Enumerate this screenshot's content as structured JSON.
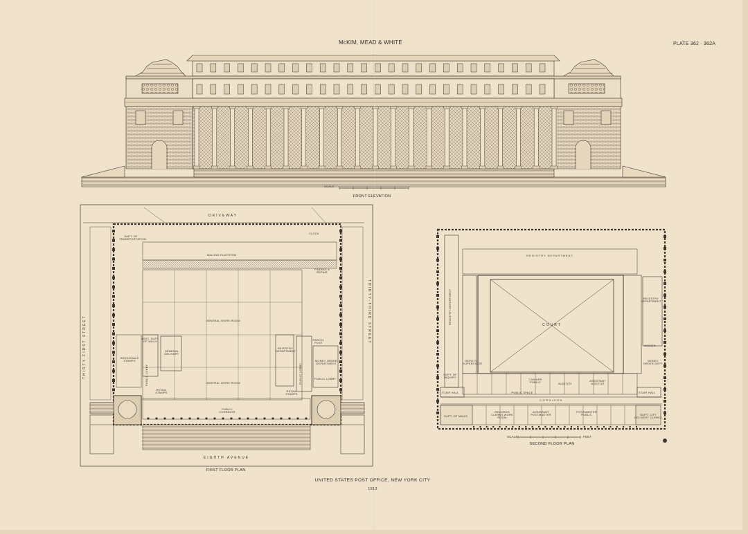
{
  "sheet": {
    "firm": "McKIM, MEAD & WHITE",
    "plate": "PLATE 362 · 362A",
    "title": "UNITED STATES POST OFFICE, NEW YORK CITY",
    "year": "1913"
  },
  "elevation": {
    "caption": "FRONT ELEVATION",
    "scale": "SCALE"
  },
  "first_floor": {
    "caption": "FIRST FLOOR PLAN",
    "streets": {
      "top": "DRIVEWAY",
      "bottom": "EIGHTH AVENUE",
      "left": "THIRTY-FIRST STREET",
      "right": "THIRTY-THIRD STREET"
    },
    "rooms": {
      "transport": "SUPT. OF TRANSPORTATION",
      "platform": "MAILING PLATFORM",
      "work1": "GENERAL WORK ROOM",
      "work2": "GENERAL WORK ROOM",
      "wholesale": "WHOLESALE STAMPS",
      "asst": "ASST. SUPT. OF MAILS",
      "lobby_l": "PUBLIC LOBBY",
      "delivery": "GENERAL DELIVERY",
      "registry": "REGISTRY DEPARTMENT",
      "parcel": "PARCEL POST",
      "money": "MONEY ORDER DEPARTMENT",
      "lobby_r": "PUBLIC LOBBY",
      "lobby_r2": "PUBLIC LOBBY",
      "retail_l": "RETAIL STAMPS",
      "retail_r": "RETAIL STAMPS",
      "corridor": "PUBLIC CORRIDOR",
      "finding": "FINDING & REPAIR",
      "clock": "CLOCK"
    }
  },
  "second_floor": {
    "caption": "SECOND FLOOR PLAN",
    "scale": "SCALE",
    "feet": "FEET",
    "rooms": {
      "registry_top": "REGISTRY DEPARTMENT",
      "registry_r": "REGISTRY DEPARTMENT",
      "registry_l": "REGISTRY DEPARTMENT",
      "court": "COURT",
      "corridor": "CORRIDOR",
      "stair_l": "STAIR HALL",
      "stair_r": "STAIR HALL",
      "mails": "SUPT. OF MAILS",
      "delivery": "SUPT. CITY DELIVERY CLERKS",
      "cashier": "CASHIER PUBLIC",
      "auditor": "AUDITOR",
      "asst_auditor": "ASSISTANT AUDITOR",
      "postmaster": "POSTMASTER PUBLIC",
      "asst_pm": "ASSISTANT POSTMASTER",
      "money": "MONEY ORDER DEPT.",
      "public": "PUBLIC SPACE",
      "women": "WOMEN",
      "records": "RECORDS CLERKS WORK ROOM",
      "inquiry": "SUPT. OF INQUIRY",
      "deputy": "DEPUTY SUPERVISOR"
    }
  }
}
